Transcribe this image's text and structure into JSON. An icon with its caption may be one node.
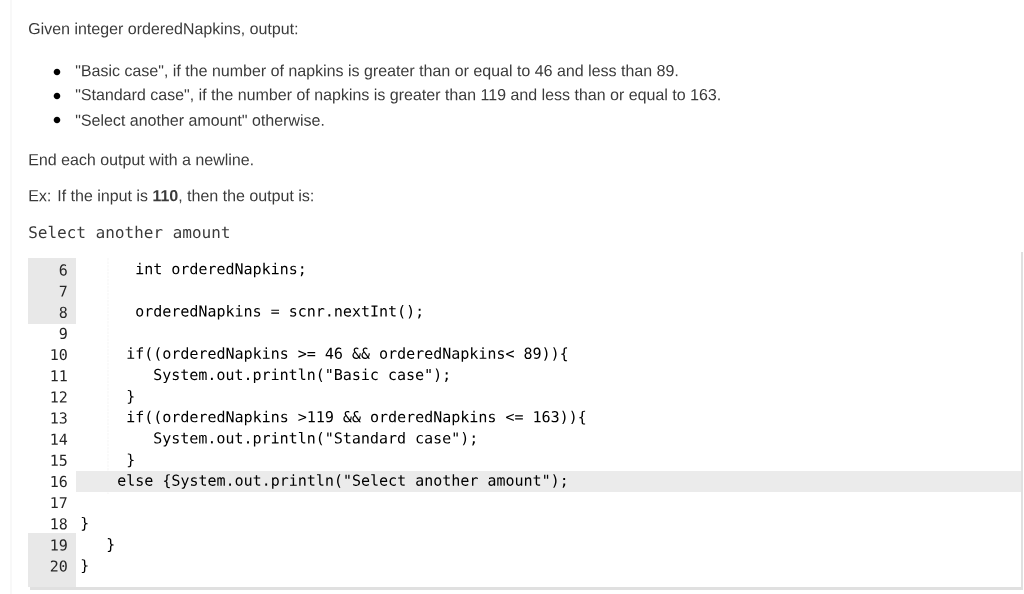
{
  "diagram": {
    "labels": [
      "Given integer orderedNapkins, output:",
      "\"Basic case\", if the number of napkins is greater than or equal to 46 and less than 89.",
      "\"Standard case\", if the number of napkins is greater than 119 and less than or equal to 163.",
      "\"Select another amount\" otherwise.",
      "End each output with a newline.",
      "Ex: If the input is **110**, then the output is:",
      "Select another amount",
      "6",
      "int orderedNapkins;",
      "7",
      "8",
      "orderedNapkins = scnr.nextInt();",
      "9",
      "10",
      "if((orderedNapkins >= 46 && orderedNapkins< 89)){",
      "11",
      "System.out.println(\"Basic case\");",
      "12",
      "}",
      "13",
      "if((orderedNapkins >119 && orderedNapkins <= 163)){",
      "14",
      "System.out.println(\"Standard case\");",
      "15",
      "}",
      "16",
      "else {System.out.println(\"Select another amount\");",
      "17",
      "18",
      "}",
      "19",
      "}",
      "20",
      "}"
    ]
  }
}
